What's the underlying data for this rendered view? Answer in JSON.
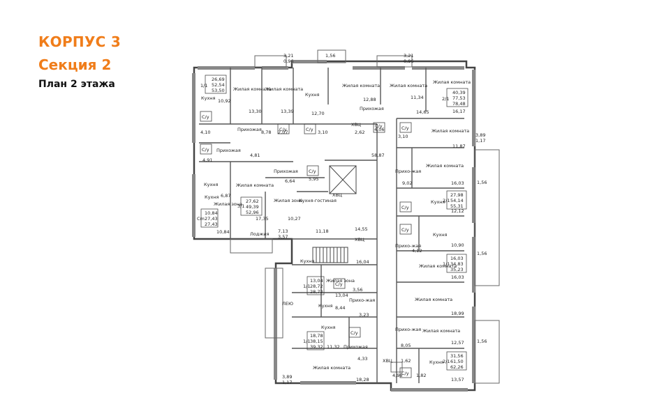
{
  "header": {
    "building": "КОРПУС 3",
    "section": "Секция 2",
    "plan": "План 2 этажа"
  },
  "colors": {
    "accent": "#f07d1a",
    "wall": "#555555",
    "line": "#333333"
  },
  "rooms": {
    "r1": "Жилая комната",
    "r2": "Жилая комната",
    "r3": "Кухня",
    "r4": "Жилая комната",
    "r5": "Жилая комната",
    "r6": "Жилая комната",
    "r7": "Кухня",
    "r8": "Прихожая",
    "r9": "Прихожая",
    "r10": "Прихожая",
    "r11": "Прихожая",
    "r12": "Жилая комната",
    "r13": "Кухня",
    "r14": "Жилая зона",
    "r15": "Жилая зона",
    "r16": "Кухня-гостиная",
    "r17": "Лоджия",
    "r18": "Жилая комната",
    "r19": "Жилая комната",
    "r20": "Кухня",
    "r21": "Прихо-жая",
    "r22": "Прихо-жая",
    "r23": "Жилая комната",
    "r24": "Жилая комната",
    "r25": "Прихо-жая",
    "r26": "Жилая комната",
    "r27": "Кухня",
    "r28": "Кухня",
    "r29": "Жилая зона",
    "r30": "Кухня",
    "r31": "Прихо-жая",
    "r32": "Кухня",
    "r33": "Прихожая",
    "r34": "Жилая комната",
    "r35": "Кухня",
    "r36": "Кухня"
  },
  "areas": {
    "a1": "3,21",
    "a2": "0,96",
    "a3": "3,21",
    "a4": "0,96",
    "a5": "10,92",
    "a6": "13,30",
    "a7": "13,39",
    "a8": "12,70",
    "a9": "12,88",
    "a10": "11,34",
    "a11": "14,65",
    "a12": "16,17",
    "a13": "4,10",
    "a14": "8,78",
    "a15": "2,07",
    "a16": "3,10",
    "a17": "2,62",
    "a18": "4,06",
    "a19": "3,10",
    "a20": "4,91",
    "a21": "4,81",
    "a22": "58,87",
    "a23": "11,87",
    "a24": "6,64",
    "a25": "5,95",
    "a26": "9,02",
    "a27": "16,03",
    "a28": "6,87",
    "a29": "17,35",
    "a30": "10,27",
    "a31": "11,18",
    "a32": "12,12",
    "a33": "10,84",
    "a34": "7,13",
    "a35": "3,57",
    "a36": "14,55",
    "a37": "10,90",
    "a38": "4,12",
    "a39": "16,04",
    "a40": "16,03",
    "a41": "3,56",
    "a42": "13,04",
    "a43": "8,44",
    "a44": "3,23",
    "a45": "18,99",
    "a46": "8,05",
    "a47": "11,32",
    "a48": "12,57",
    "a49": "4,33",
    "a50": "4,98",
    "a51": "13,57",
    "a52": "18,28",
    "a53": "3,89",
    "a54": "1,17",
    "a55": "3,89",
    "a56": "1,17",
    "a57": "1,62",
    "a58": "1,82"
  },
  "totals": {
    "t1": [
      "26,69",
      "52,54",
      "53,50"
    ],
    "t2": [
      "40,39",
      "77,53",
      "78,48"
    ],
    "t3": [
      "27,62",
      "49,39",
      "52,96"
    ],
    "t4": [
      "10,84",
      "27,43",
      "27,43"
    ],
    "t5": [
      "27,98",
      "54,14",
      "55,31"
    ],
    "t6": [
      "16,03",
      "34,83",
      "35,23"
    ],
    "t7": [
      "13,04",
      "28,72",
      "28,72"
    ],
    "t8": [
      "18,78",
      "38,15",
      "39,32"
    ],
    "t9": [
      "31,56",
      "61,50",
      "62,26"
    ]
  },
  "codes": {
    "c1": "1/1",
    "c2": "2/1",
    "c3": "3/1",
    "c4": "1/1",
    "c5": "2/1",
    "c6": "1/1",
    "c7": "Cm",
    "c8": "1/1",
    "c9": "2/1"
  },
  "service": {
    "s1": "С/у",
    "s2": "С/у",
    "s3": "С/у",
    "s4": "С/у",
    "s5": "С/у",
    "s6": "С/у",
    "s7": "С/у",
    "s8": "С/у",
    "s9": "С/у",
    "s10": "С/у",
    "s11": "С/у",
    "s12": "С/у",
    "h1": "ХВЦ",
    "h2": "ХВЦ",
    "h3": "ХВЦ",
    "h4": "ХВЦ"
  },
  "misc": {
    "m1": "1,56",
    "m2": "1,56",
    "m3": "1,56",
    "m4": "1,56",
    "m5": "ЛЕЮ"
  }
}
